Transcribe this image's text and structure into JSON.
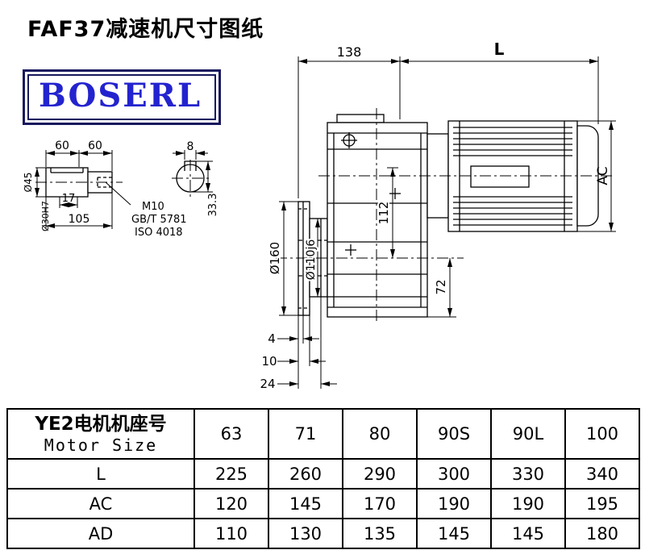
{
  "page": {
    "title": "FAF37减速机尺寸图纸",
    "logo": "BOSERL"
  },
  "drawing": {
    "shaft": {
      "len1": "60",
      "len2": "60",
      "dia_outer": "Ø45",
      "dia_bore": "Ø30H7",
      "key_len": "17",
      "total_len": "105",
      "thread": "M10",
      "thread_std1": "GB/T 5781",
      "thread_std2": "ISO 4018",
      "key_width": "8",
      "key_depth": "33.3"
    },
    "main": {
      "front_len": "138",
      "motor_len": "L",
      "motor_dia": "AC",
      "axis_offset": "112",
      "bottom_offset": "72",
      "flange_dia": "Ø160",
      "spigot_dia": "Ø110j6",
      "dim4": "4",
      "dim10": "10",
      "dim24": "24"
    }
  },
  "table": {
    "header": {
      "line1": "YE2电机机座号",
      "line2": "Motor Size",
      "sizes": [
        "63",
        "71",
        "80",
        "90S",
        "90L",
        "100"
      ]
    },
    "rows": [
      {
        "label": "L",
        "values": [
          "225",
          "260",
          "290",
          "300",
          "330",
          "340"
        ]
      },
      {
        "label": "AC",
        "values": [
          "120",
          "145",
          "170",
          "190",
          "190",
          "195"
        ]
      },
      {
        "label": "AD",
        "values": [
          "110",
          "130",
          "135",
          "145",
          "145",
          "180"
        ]
      }
    ]
  }
}
